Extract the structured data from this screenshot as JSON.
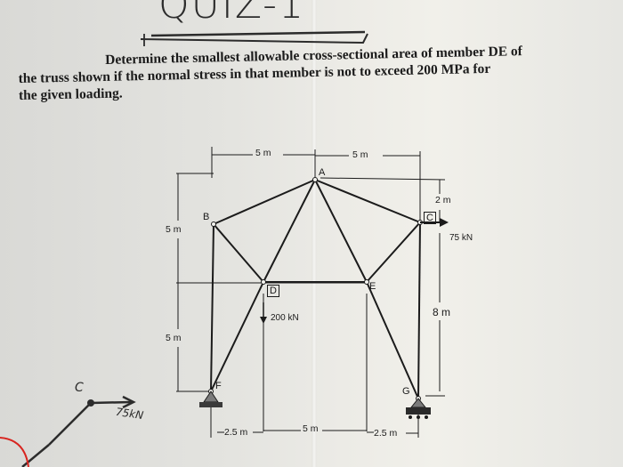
{
  "header": {
    "quiz_title": "QUIZ-1"
  },
  "problem": {
    "line1": "Determine the smallest allowable cross-sectional area of member DE of",
    "line2": "the truss shown if the normal stress in that member is not to exceed 200 MPa for",
    "line3": "the given loading."
  },
  "figure": {
    "nodes": {
      "A": "A",
      "B": "B",
      "C": "C",
      "D": "D",
      "E": "E",
      "F": "F",
      "G": "G"
    },
    "dimensions": {
      "top_left": "5 m",
      "top_right": "5 m",
      "right_top": "2 m",
      "right_lower": "8 m",
      "left_upper": "5 m",
      "left_lower": "5 m",
      "bottom_left": "2.5 m",
      "bottom_mid": "5 m",
      "bottom_right": "2.5 m"
    },
    "loads": {
      "vertical": "200 kN",
      "horizontal": "75 kN"
    }
  },
  "handwriting": {
    "node_label": "C",
    "load_label": "75kN"
  },
  "colors": {
    "ink": "#1b1b1b",
    "pencil": "#2c2c2c",
    "red_mark": "#d8241f"
  }
}
